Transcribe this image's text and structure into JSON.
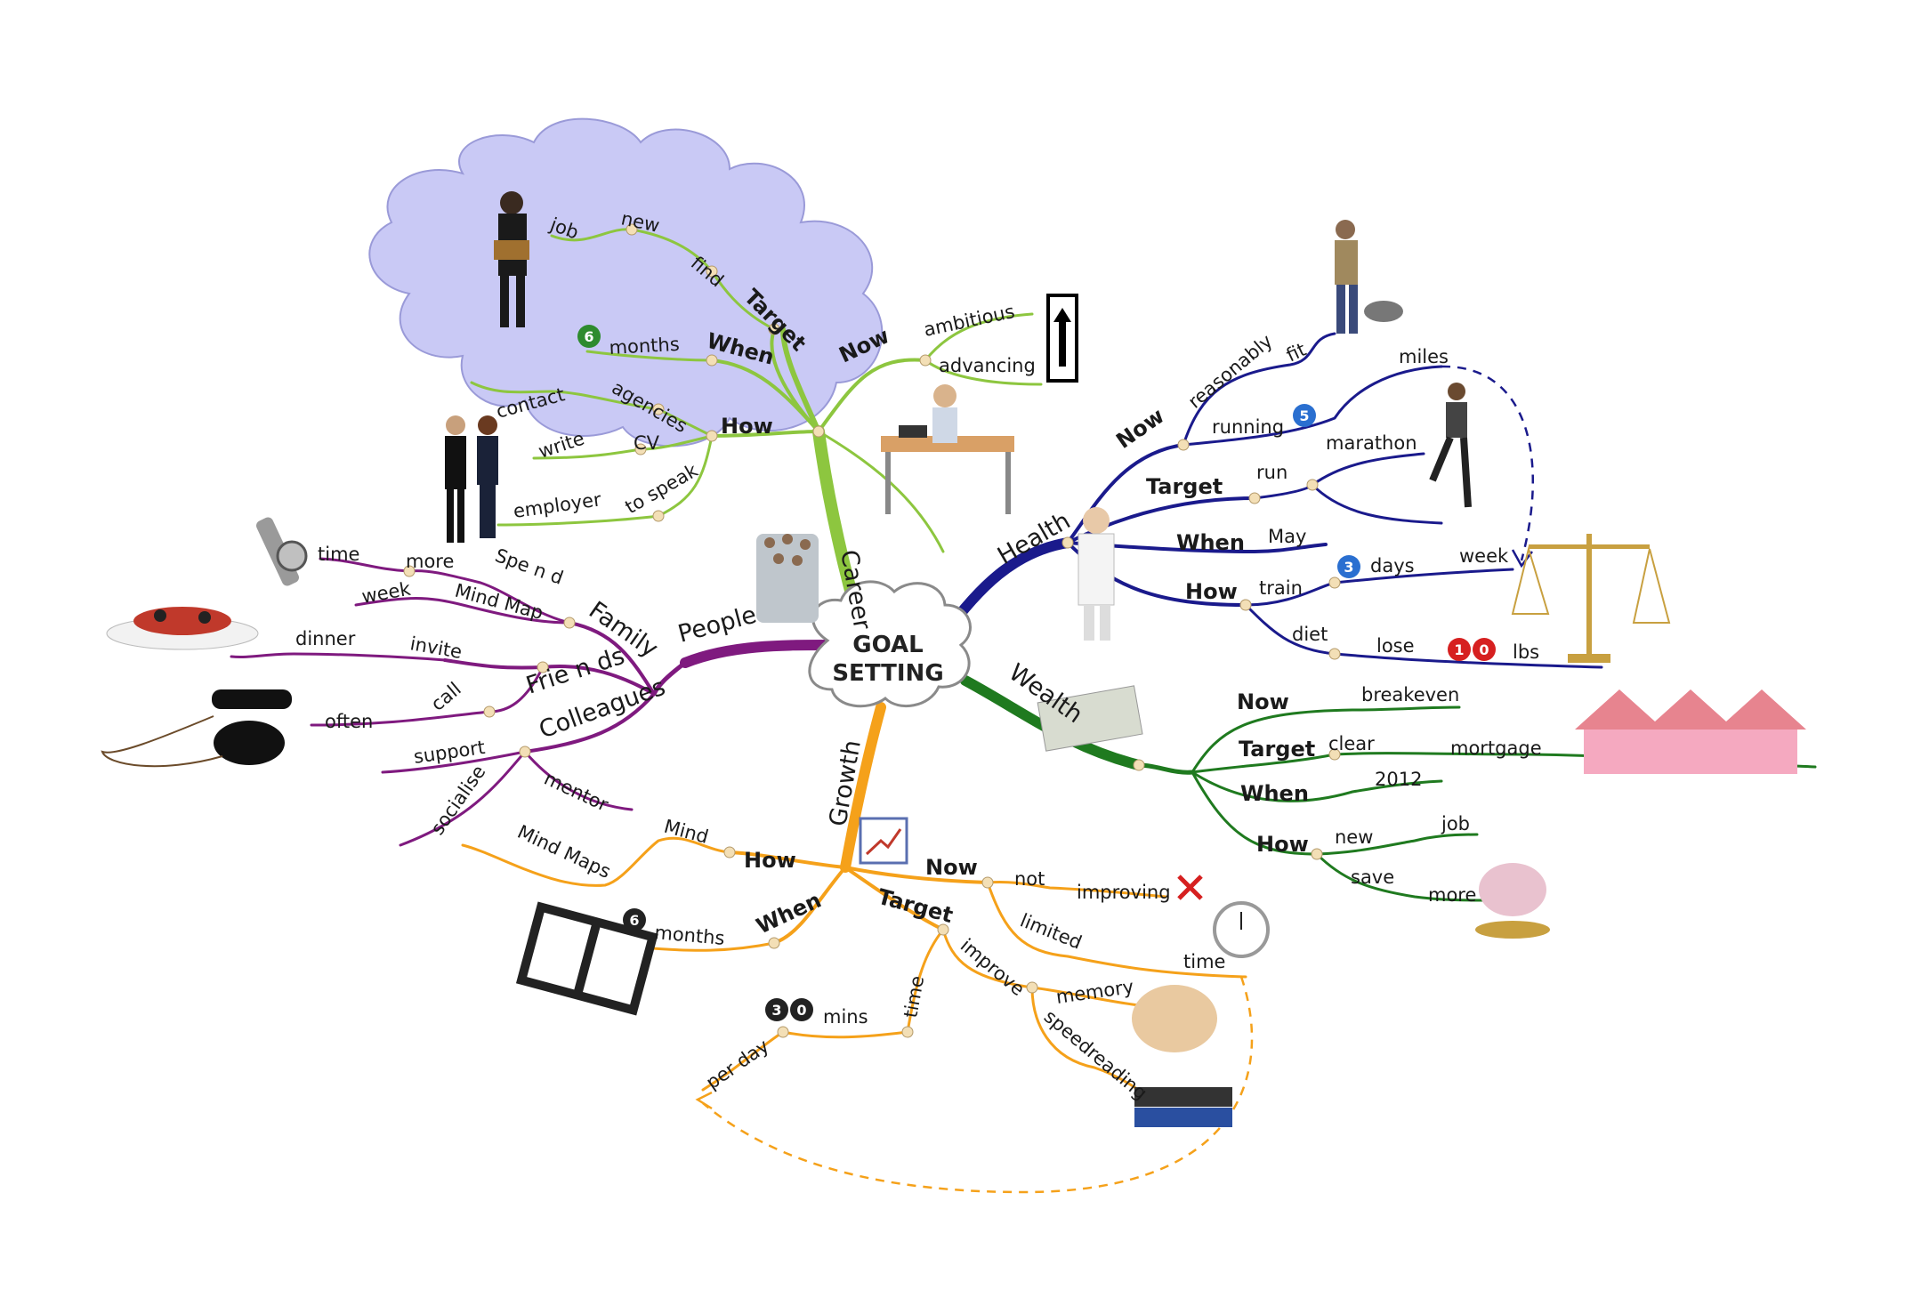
{
  "center": {
    "line1": "GOAL",
    "line2": "SETTING"
  },
  "colors": {
    "career": "#8dc63f",
    "health": "#1a1a8c",
    "wealth": "#1f7a1f",
    "growth": "#f5a11a",
    "people": "#7f1a7f",
    "cloud": "#c9c9f5"
  },
  "career": {
    "title": "Career",
    "now": "Now",
    "ambitious": "ambitious",
    "advancing": "advancing",
    "target": "Target",
    "job": "job",
    "new": "new",
    "find": "find",
    "when": "When",
    "months": "months",
    "months_badge": "6",
    "how": "How",
    "contact": "contact",
    "agencies": "agencies",
    "write": "write",
    "cv": "CV",
    "employer": "employer",
    "to_speak": "to speak"
  },
  "health": {
    "title": "Health",
    "now": "Now",
    "reasonably": "reasonably",
    "fit": "fit",
    "running": "running",
    "running_badge": "5",
    "miles": "miles",
    "target": "Target",
    "run": "run",
    "marathon": "marathon",
    "when": "When",
    "may": "May",
    "how": "How",
    "train": "train",
    "days_badge": "3",
    "days": "days",
    "week": "week",
    "diet": "diet",
    "lose": "lose",
    "lbs_badge1": "1",
    "lbs_badge2": "0",
    "lbs": "lbs"
  },
  "wealth": {
    "title": "Wealth",
    "now": "Now",
    "breakeven": "breakeven",
    "target": "Target",
    "clear": "clear",
    "mortgage": "mortgage",
    "when": "When",
    "year": "2012",
    "how": "How",
    "new": "new",
    "job": "job",
    "save": "save",
    "more": "more"
  },
  "growth": {
    "title": "Growth",
    "how": "How",
    "mind": "Mind",
    "mind_maps": "Mind Maps",
    "when": "When",
    "months": "months",
    "months_badge": "6",
    "now": "Now",
    "not": "not",
    "improving": "improving",
    "limited": "limited",
    "time": "time",
    "target": "Target",
    "improve": "improve",
    "memory": "memory",
    "speedreading": "speedreading",
    "time2": "time",
    "mins": "mins",
    "mins_badge1": "3",
    "mins_badge2": "0",
    "per_day": "per day"
  },
  "people": {
    "title": "People",
    "family": "Family",
    "spend": "Spe n d",
    "more": "more",
    "time": "time",
    "mind_map": "Mind Map",
    "week": "week",
    "friends": "Frie n ds",
    "invite": "invite",
    "dinner": "dinner",
    "call": "call",
    "often": "often",
    "colleagues": "Colleagues",
    "support": "support",
    "socialise": "socialise",
    "mentor": "mentor"
  }
}
